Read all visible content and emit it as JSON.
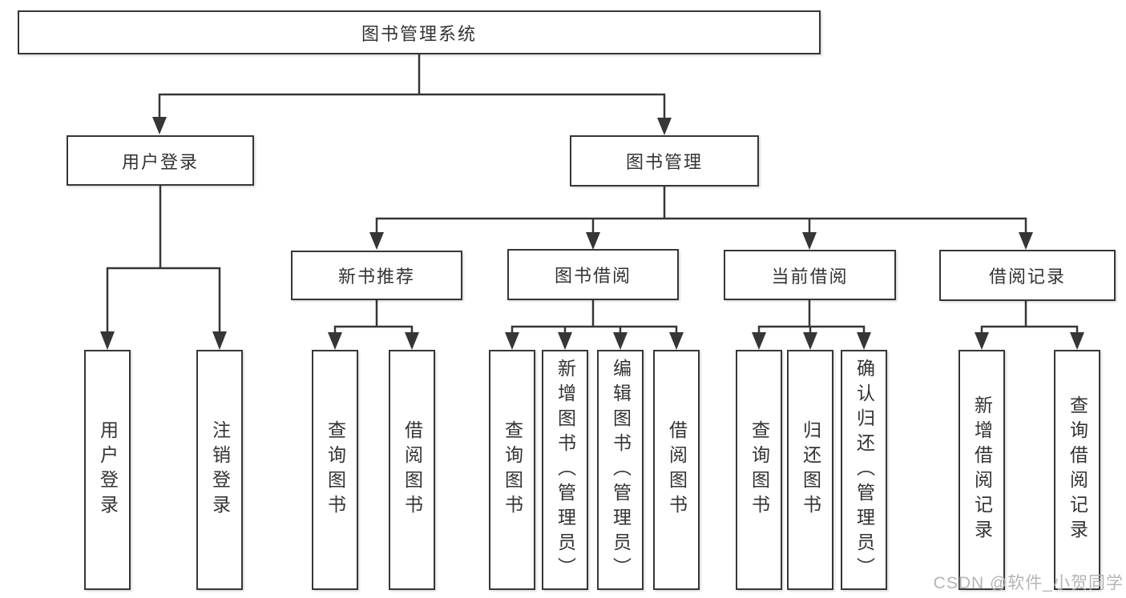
{
  "nodes": {
    "root": "图书管理系统",
    "user_login": "用户登录",
    "book_mgmt": "图书管理",
    "new_book_rec": "新书推荐",
    "book_borrow": "图书借阅",
    "current_borrow": "当前借阅",
    "borrow_record": "借阅记录",
    "leaf_user_login": "用户登录",
    "leaf_logout": "注销登录",
    "leaf_nbr_query": "查询图书",
    "leaf_nbr_borrow": "借阅图书",
    "leaf_bb_query": "查询图书",
    "leaf_bb_add": "新增图书（管理员）",
    "leaf_bb_edit": "编辑图书（管理员）",
    "leaf_bb_borrow": "借阅图书",
    "leaf_cb_query": "查询图书",
    "leaf_cb_return": "归还图书",
    "leaf_cb_confirm": "确认归还（管理员）",
    "leaf_br_add": "新增借阅记录",
    "leaf_br_query": "查询借阅记录"
  },
  "watermark": "CSDN @软件_小贺同学",
  "colors": {
    "line": "#363636",
    "text": "#333333",
    "watermark": "#a8a8a8"
  }
}
